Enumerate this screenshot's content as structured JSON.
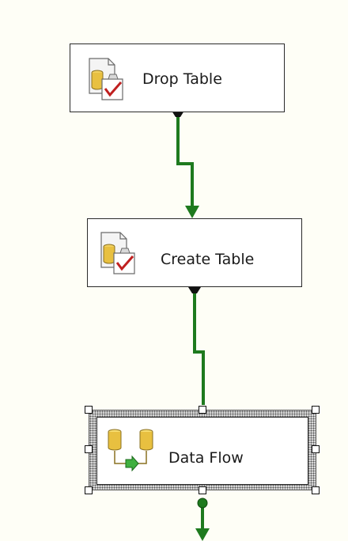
{
  "tasks": [
    {
      "label": "Drop Table",
      "icon": "sql-task-icon"
    },
    {
      "label": "Create Table",
      "icon": "sql-task-icon"
    },
    {
      "label": "Data Flow",
      "icon": "data-flow-icon"
    }
  ],
  "colors": {
    "canvas": "#fefef6",
    "precedence_success": "#1e7a1e",
    "connector_end": "#111111",
    "task_border": "#2a2a2a"
  }
}
